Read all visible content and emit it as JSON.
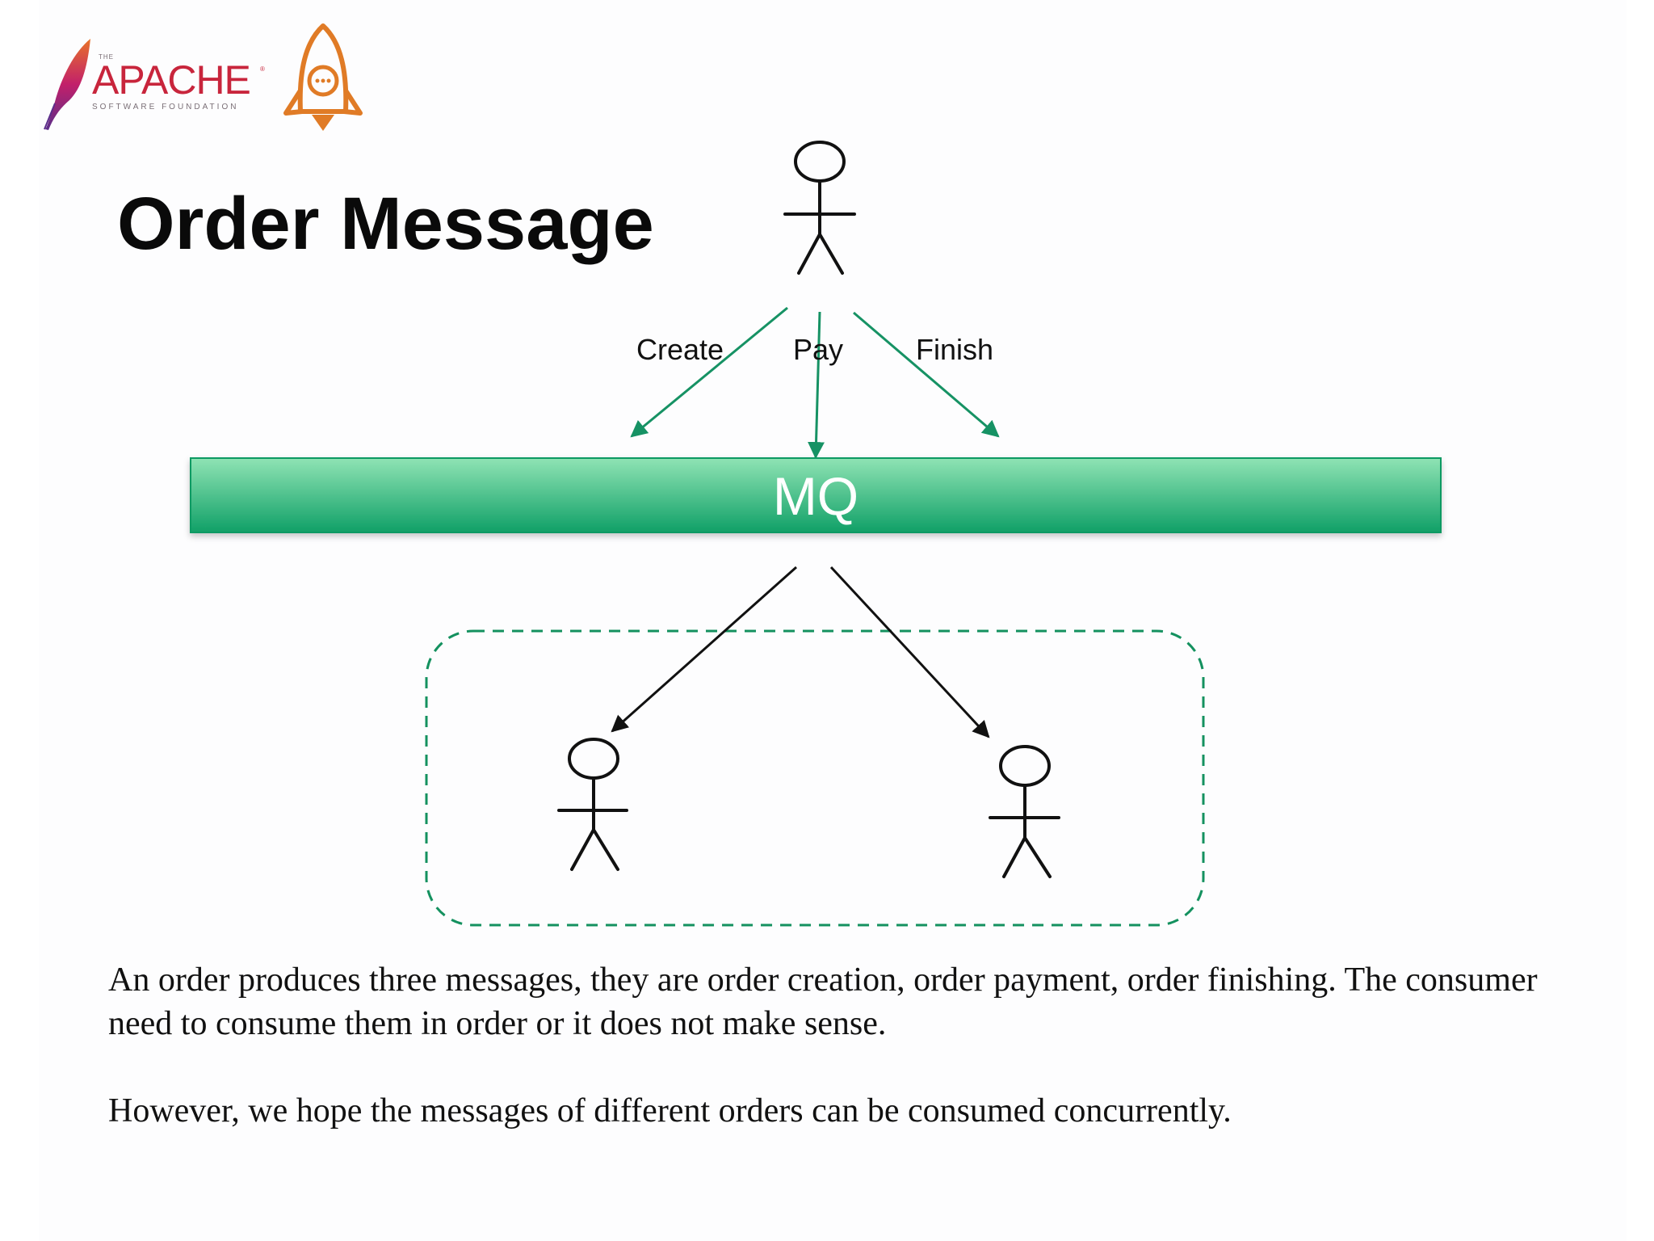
{
  "logos": {
    "apache": {
      "the": "THE",
      "name": "APACHE",
      "registered": "®",
      "subtitle": "SOFTWARE FOUNDATION",
      "colors": {
        "wordmark": "#c8253c",
        "subtitle": "#7a6f76",
        "feather_top": "#e8732a",
        "feather_mid": "#c2206a",
        "feather_bottom": "#5b2d8a"
      }
    },
    "rocketmq": {
      "icon": "rocket-icon",
      "color": "#e07b26"
    }
  },
  "slide": {
    "title": "Order Message"
  },
  "diagram": {
    "producer_icon": "stick-figure-icon",
    "messages": [
      {
        "label": "Create"
      },
      {
        "label": "Pay"
      },
      {
        "label": "Finish"
      }
    ],
    "queue": {
      "label": "MQ",
      "color_top": "#8fe3b4",
      "color_bottom": "#10a067",
      "border": "#0f9a63"
    },
    "consumer_group": {
      "border_style": "dashed",
      "border_color": "#14915f",
      "consumer_icon": "stick-figure-icon"
    },
    "arrow_colors": {
      "produce": "#169264",
      "consume": "#111111"
    }
  },
  "body": {
    "paragraph_1": "An order produces three messages, they are order creation, order payment, order finishing. The consumer need to consume them in order or it does not make sense.",
    "paragraph_2": "However, we hope the messages of different orders can be consumed concurrently."
  }
}
